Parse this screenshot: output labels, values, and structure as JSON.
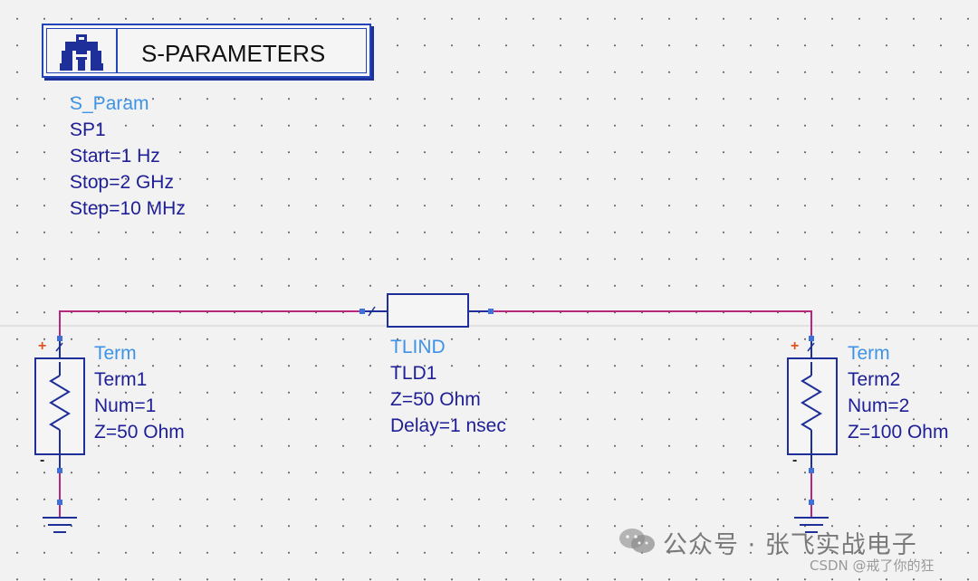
{
  "sp_block": {
    "title": "S-PARAMETERS",
    "type_label": "S_Param",
    "instance": "SP1",
    "start": "Start=1 Hz",
    "stop": "Stop=2 GHz",
    "step": "Step=10 MHz"
  },
  "tline": {
    "type_label": "TLIND",
    "instance": "TLD1",
    "impedance": "Z=50 Ohm",
    "delay": "Delay=1 nsec"
  },
  "term1": {
    "type_label": "Term",
    "instance": "Term1",
    "num": "Num=1",
    "impedance": "Z=50 Ohm",
    "plus": "+",
    "minus": "-"
  },
  "term2": {
    "type_label": "Term",
    "instance": "Term2",
    "num": "Num=2",
    "impedance": "Z=100 Ohm",
    "plus": "+",
    "minus": "-"
  },
  "watermark": {
    "main": "公众号 · 张飞实战电子",
    "csdn": "CSDN @戒了你的狂"
  },
  "colors": {
    "wire": "#b8277f",
    "component": "#1e2f99",
    "pin": "#3f6fd9",
    "label_type": "#3f93e6",
    "label_param": "#1e1e96",
    "background": "#f2f2f2"
  }
}
